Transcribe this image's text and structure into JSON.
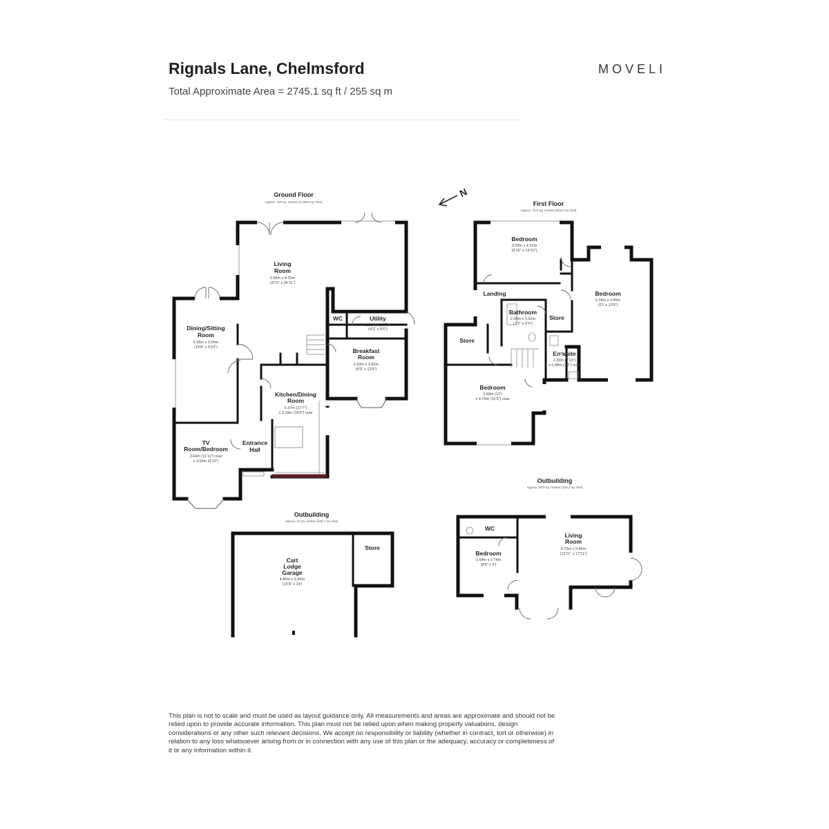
{
  "header": {
    "title": "Rignals Lane, Chelmsford",
    "subtitle": "Total Approximate Area = 2745.1 sq ft / 255 sq m",
    "brand": "MOVELI"
  },
  "floors": {
    "ground": {
      "label": "Ground Floor",
      "area": "Approx. 118 sq. metres (1,269.8 sq. feet)"
    },
    "first": {
      "label": "First Floor",
      "area": "Approx. 75.9 sq. metres (816.6 sq. feet)"
    },
    "outbuilding_garage": {
      "label": "Outbuilding",
      "area": "Approx. 32 sq. metres (345.7 sq. feet)"
    },
    "outbuilding_living": {
      "label": "Outbuilding",
      "area": "Approx. 30.9 sq. metres (333.2 sq. feet)"
    }
  },
  "rooms": {
    "living_room": {
      "name1": "Living",
      "name2": "Room",
      "dim1": "6.95m x 8.20m",
      "dim2": "(22'9\" x 26'11\")"
    },
    "dining_sitting": {
      "name1": "Dining/Sitting",
      "name2": "Room",
      "dim1": "6.06m x 3.00m",
      "dim2": "(19'8\" x 9'10\")"
    },
    "wc_ground": {
      "name1": "WC"
    },
    "utility": {
      "name1": "Utility",
      "dim1": "1.30m x 2.57m",
      "dim2": "(4'3\" x 8'5\")"
    },
    "breakfast_room": {
      "name1": "Breakfast",
      "name2": "Room",
      "dim1": "2.83m x 3.82m",
      "dim2": "(9'3\" x 12'6\")"
    },
    "kitchen_dining": {
      "name1": "Kitchen/Dining",
      "name2": "Room",
      "dim1": "5.37m (17'7\")",
      "dim2": "x 3.18m (10'5\") max"
    },
    "tv_room": {
      "name1": "TV",
      "name2": "Room/Bedroom",
      "dim1": "3.64m (11'11\") max",
      "dim2": "x 3.00m (9'10\")"
    },
    "entrance_hall": {
      "name1": "Entrance",
      "name2": "Hall"
    },
    "bedroom_1": {
      "name1": "Bedroom",
      "dim1": "3.00m x 4.52m",
      "dim2": "(9'10\" x 14'10\")"
    },
    "landing": {
      "name1": "Landing"
    },
    "bathroom": {
      "name1": "Bathroom",
      "dim1": "2.00m x 1.62m",
      "dim2": "(7'2\" x 5'4\")"
    },
    "store_first_right": {
      "name1": "Store"
    },
    "bedroom_2": {
      "name1": "Bedroom",
      "dim1": "6.35m x 3.89m",
      "dim2": "(21' x 12'9\")"
    },
    "store_first_left": {
      "name1": "Store"
    },
    "en_suite": {
      "name1": "En-suite",
      "dim1": "2.39m (7'10\")",
      "dim2": "x 0.98m (3'2\") max"
    },
    "bedroom_3": {
      "name1": "Bedroom",
      "dim1": "3.66m (12')",
      "dim2": "x 4.70m (15'5\") max"
    },
    "cart_lodge": {
      "name1": "Cart",
      "name2": "Lodge",
      "name3": "Garage",
      "dim1": "4.80m x 5.80m",
      "dim2": "(15'9\" x 19')"
    },
    "store_garage": {
      "name1": "Store"
    },
    "wc_outbuilding": {
      "name1": "WC"
    },
    "bedroom_outbuilding": {
      "name1": "Bedroom",
      "dim1": "2.64m x 2.74m",
      "dim2": "(8'8\" x 9')"
    },
    "living_outbuilding": {
      "name1": "Living",
      "name2": "Room",
      "dim1": "4.23m x 5.46m",
      "dim2": "(13'11\" x 17'11\")"
    }
  },
  "disclaimer": "This plan is not to scale and must be used as layout guidance only. All measurements and areas are approximate and should not be relied upon to provide accurate information. This plan must not be relied upon when making property valuations, design considerations or any other such relevant decisions. We accept no responsibility or liability (whether in contract, tort or otherwise) in relation to any loss whatsoever arising from or in connection with any use of this plan or the adequacy, accuracy or completeness of it or any information within it.",
  "colors": {
    "wall": "#111111",
    "accent_wall": "#5a1f24",
    "text": "#222222"
  },
  "icons": [
    "north-arrow-icon",
    "moveli-logo-icon"
  ]
}
